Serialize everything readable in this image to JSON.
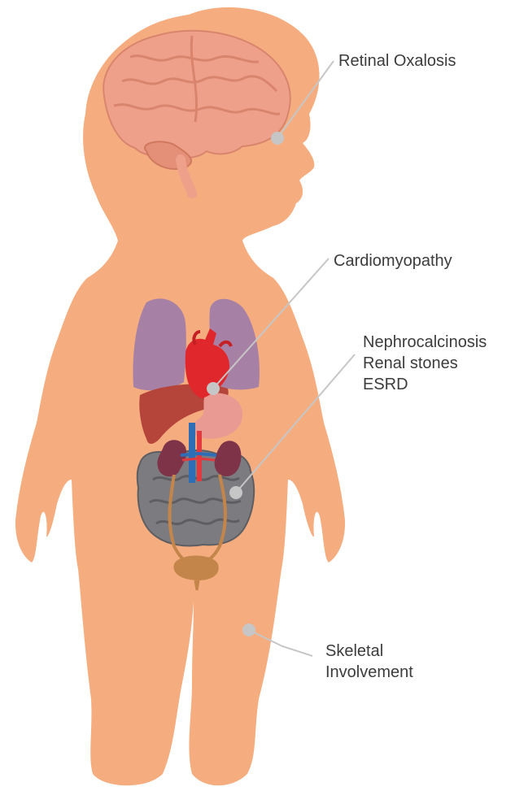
{
  "colors": {
    "skin": "#F5AD80",
    "lung": "#A780A6",
    "heart": "#E0282C",
    "liver": "#B5453B",
    "stomach": "#E99A92",
    "kidney": "#7F3349",
    "vessel_artery": "#E13A3F",
    "vessel_vein": "#2E6EB7",
    "intestine": "#7C7C80",
    "bladder": "#C4854B",
    "brain": "#EFA08A",
    "leader_line": "#C6C6C6",
    "label_text": "#3C3C3C"
  },
  "labels": {
    "eye": {
      "lines": [
        "Retinal Oxalosis"
      ]
    },
    "heart": {
      "lines": [
        "Cardiomyopathy"
      ]
    },
    "kidney": {
      "lines": [
        "Nephrocalcinosis",
        "Renal stones",
        "ESRD"
      ]
    },
    "bone": {
      "lines": [
        "Skeletal",
        "Involvement"
      ]
    }
  }
}
